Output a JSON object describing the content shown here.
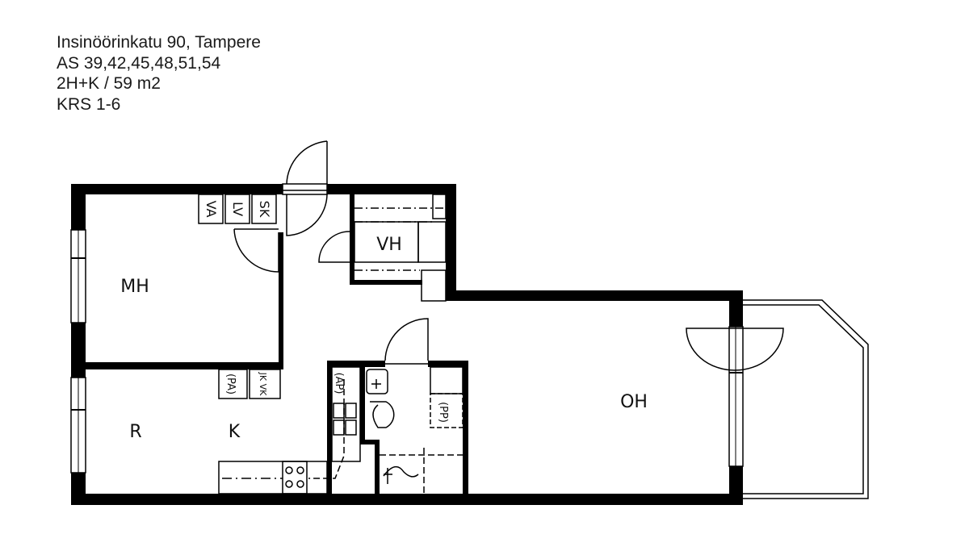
{
  "header": {
    "address": "Insinöörinkatu 90, Tampere",
    "apartments": "AS 39,42,45,48,51,54",
    "type_size": "2H+K / 59 m2",
    "floors": "KRS 1-6"
  },
  "rooms": {
    "mh": "MH",
    "vh": "VH",
    "r": "R",
    "k": "K",
    "oh": "OH"
  },
  "fixtures": {
    "va": "VA",
    "lv": "LV",
    "sk": "SK",
    "pa": "(PA)",
    "jk_vk": "JK VK",
    "ap": "(AP)",
    "pp": "(PP)"
  }
}
